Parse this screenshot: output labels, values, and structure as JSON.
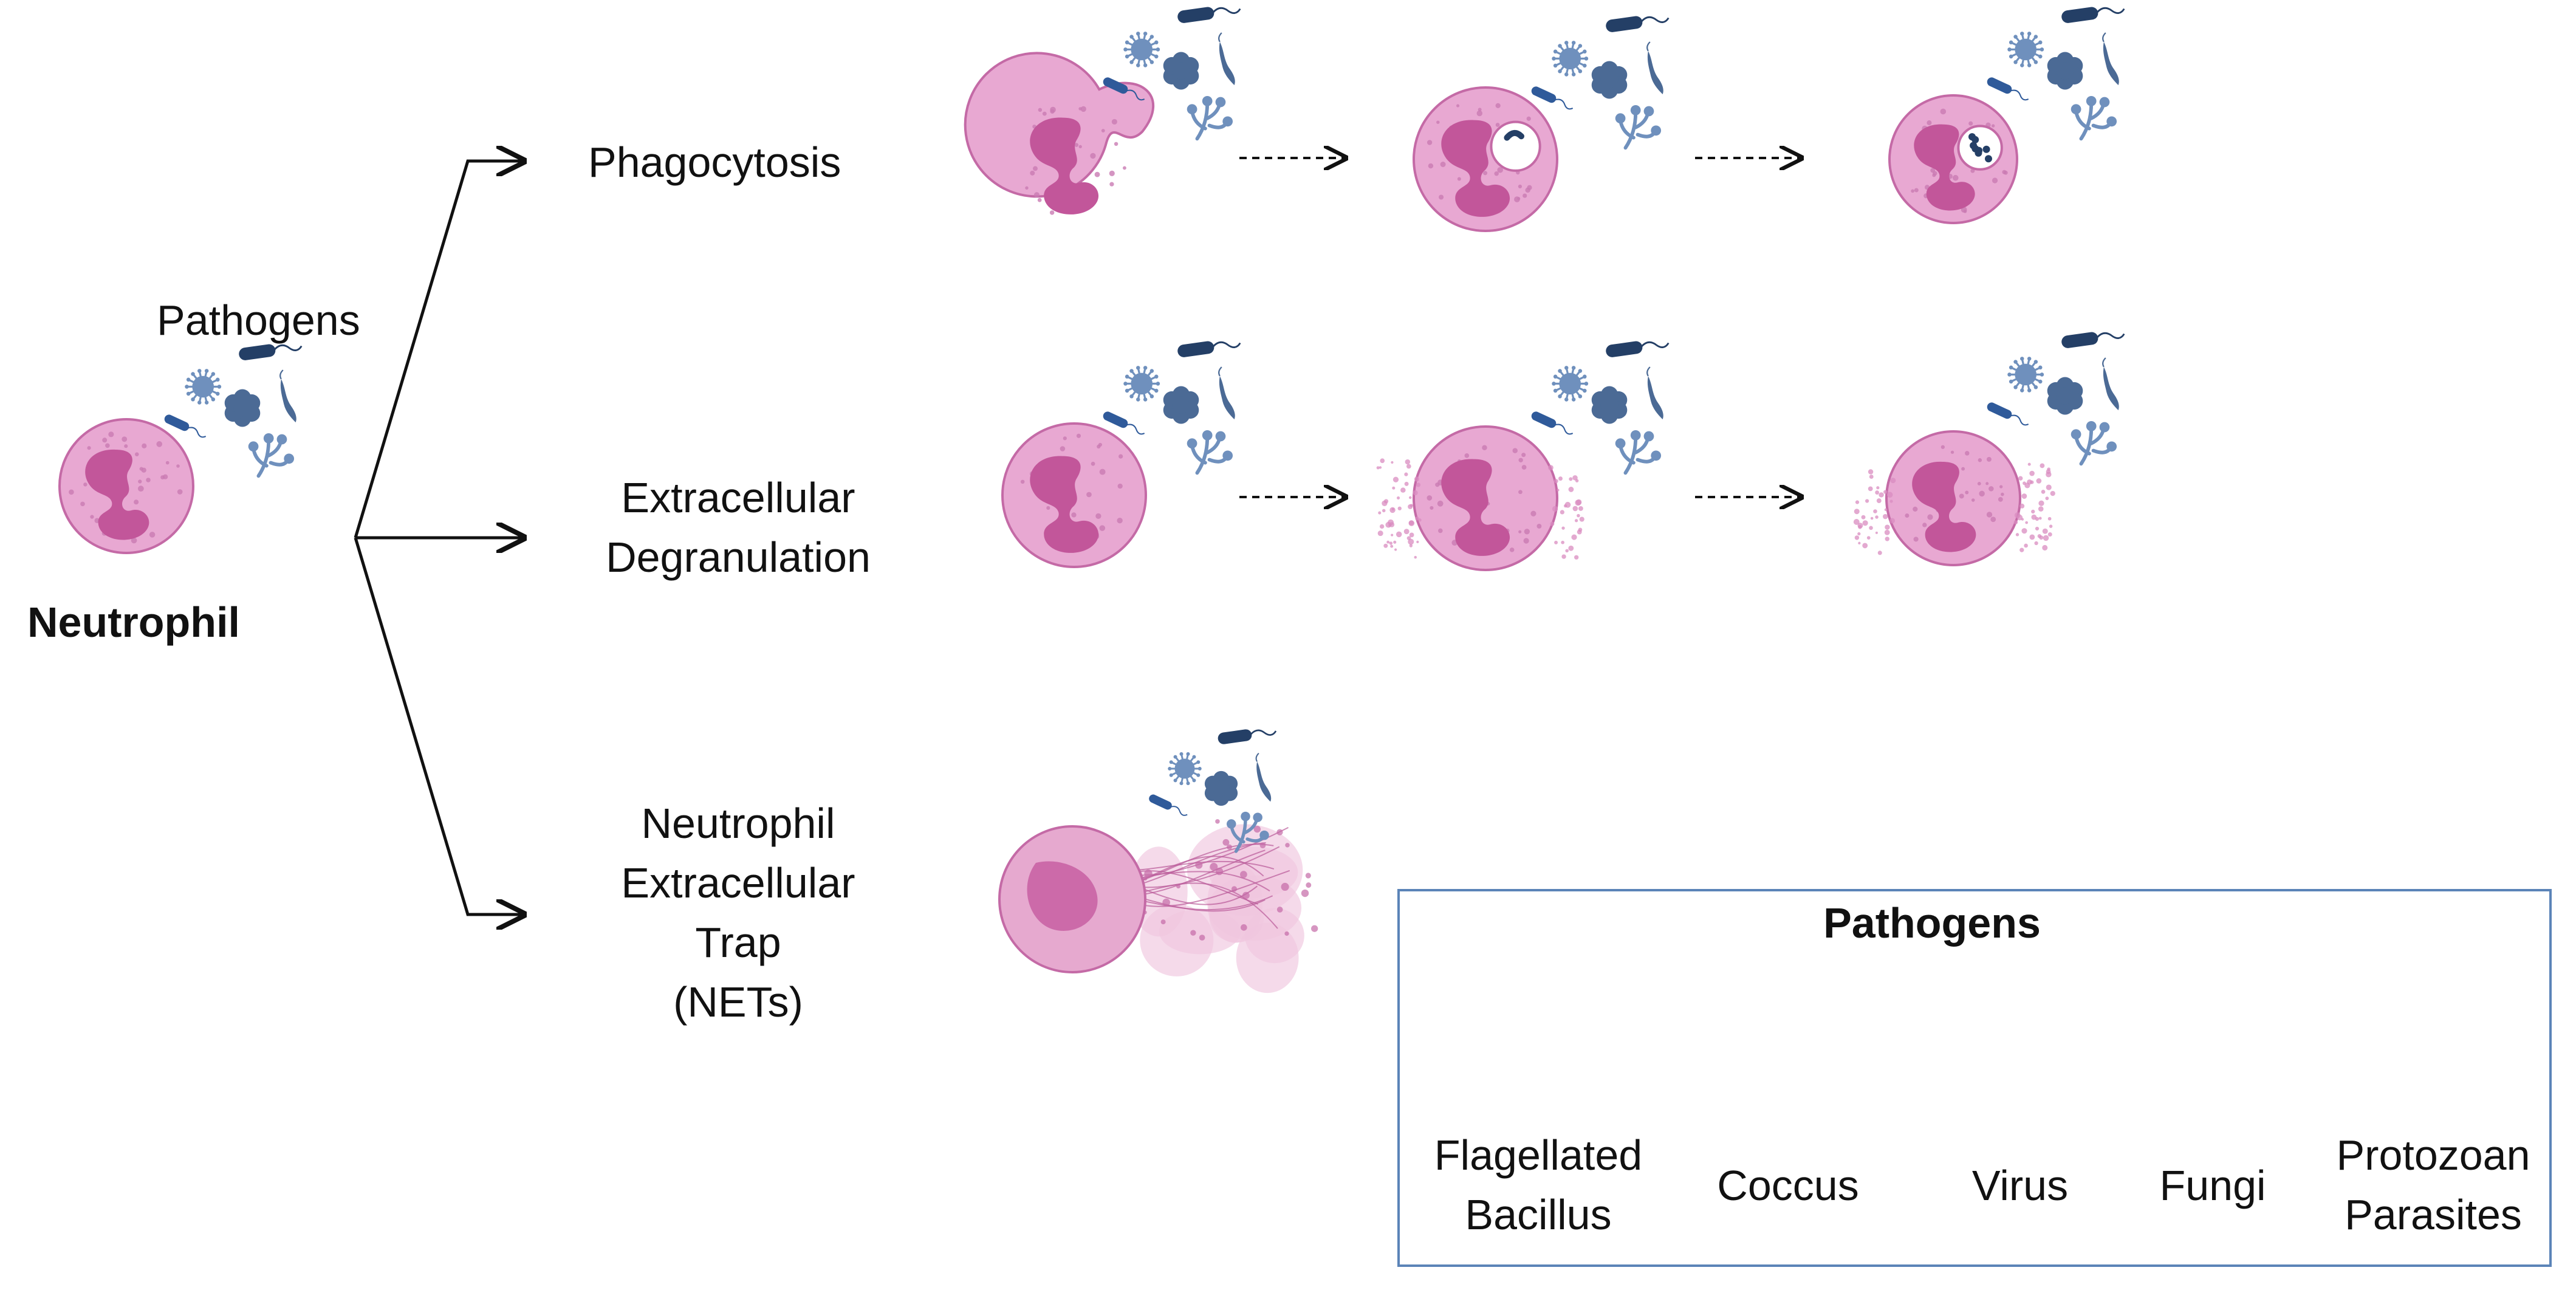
{
  "neutrophil_label": "Neutrophil",
  "pathogens_label": "Pathogens",
  "pathways": {
    "phagocytosis": "Phagocytosis",
    "degranulation": [
      "Extracellular",
      "Degranulation"
    ],
    "nets": [
      "Neutrophil",
      "Extracellular",
      "Trap",
      "(NETs)"
    ]
  },
  "legend": {
    "title": "Pathogens",
    "items": [
      {
        "name": "flagellated-bacillus",
        "lines": [
          "Flagellated",
          "Bacillus"
        ]
      },
      {
        "name": "coccus",
        "lines": [
          "Coccus"
        ]
      },
      {
        "name": "virus",
        "lines": [
          "Virus"
        ]
      },
      {
        "name": "fungi",
        "lines": [
          "Fungi"
        ]
      },
      {
        "name": "protozoan-parasites",
        "lines": [
          "Protozoan",
          "Parasites"
        ]
      }
    ]
  },
  "colors": {
    "cell_fill": "#e8a8d2",
    "cell_stroke": "#c46aa6",
    "nucleus": "#c2569a",
    "pathogen_dark": "#243f66",
    "pathogen_mid": "#4b6a95",
    "pathogen_light": "#6f90bd",
    "legend_border": "#5b84b8"
  }
}
